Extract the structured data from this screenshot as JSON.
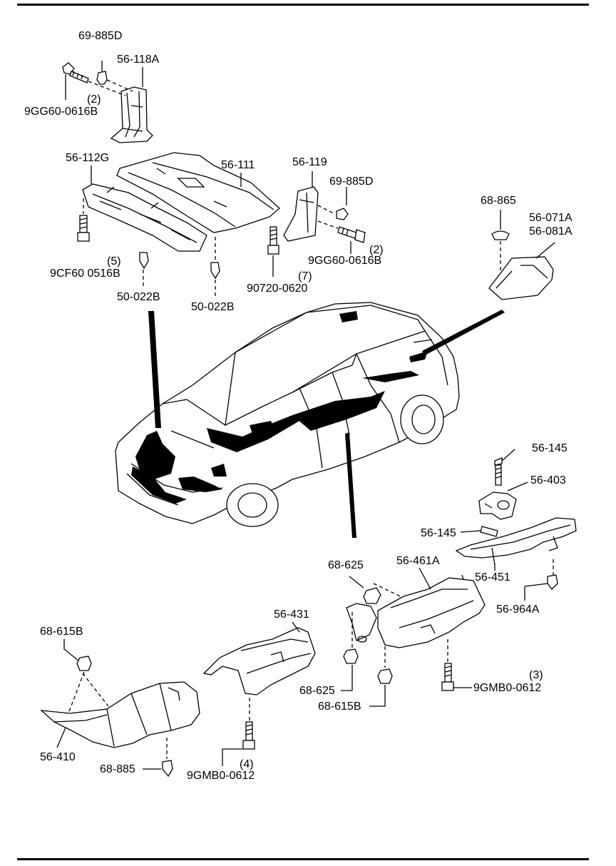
{
  "diagram": {
    "parts": [
      {
        "id": "p01",
        "code": "69-885D"
      },
      {
        "id": "p02",
        "code": "56-118A"
      },
      {
        "id": "p03",
        "code": "(2)"
      },
      {
        "id": "p04",
        "code": "9GG60-0616B"
      },
      {
        "id": "p05",
        "code": "56-112G"
      },
      {
        "id": "p06",
        "code": "56-111"
      },
      {
        "id": "p07",
        "code": "56-119"
      },
      {
        "id": "p08",
        "code": "69-885D"
      },
      {
        "id": "p09",
        "code": "(2)"
      },
      {
        "id": "p10",
        "code": "9GG60-0616B"
      },
      {
        "id": "p11",
        "code": "68-865"
      },
      {
        "id": "p12",
        "code": "56-071A"
      },
      {
        "id": "p13",
        "code": "56-081A"
      },
      {
        "id": "p14",
        "code": "(5)"
      },
      {
        "id": "p15",
        "code": "9CF60 0516B"
      },
      {
        "id": "p16",
        "code": "50-022B"
      },
      {
        "id": "p17",
        "code": "50-022B"
      },
      {
        "id": "p18",
        "code": "(7)"
      },
      {
        "id": "p19",
        "code": "90720-0620"
      },
      {
        "id": "p20",
        "code": "56-145"
      },
      {
        "id": "p21",
        "code": "56-403"
      },
      {
        "id": "p22",
        "code": "56-145"
      },
      {
        "id": "p23",
        "code": "68-625"
      },
      {
        "id": "p24",
        "code": "56-461A"
      },
      {
        "id": "p25",
        "code": "56-451"
      },
      {
        "id": "p26",
        "code": "56-964A"
      },
      {
        "id": "p27",
        "code": "56-431"
      },
      {
        "id": "p28",
        "code": "68-615B"
      },
      {
        "id": "p29",
        "code": "68-625"
      },
      {
        "id": "p30",
        "code": "68-615B"
      },
      {
        "id": "p31",
        "code": "(3)"
      },
      {
        "id": "p32",
        "code": "9GMB0-0612"
      },
      {
        "id": "p33",
        "code": "56-410"
      },
      {
        "id": "p34",
        "code": "(4)"
      },
      {
        "id": "p35",
        "code": "68-885"
      },
      {
        "id": "p36",
        "code": "9GMB0-0612"
      }
    ],
    "illustrations": [
      {
        "name": "car-body-icon"
      },
      {
        "name": "engine-under-cover-icon"
      },
      {
        "name": "splash-shield-icon"
      },
      {
        "name": "heat-insulator-icon"
      },
      {
        "name": "bolt-icon"
      },
      {
        "name": "clip-icon"
      },
      {
        "name": "nut-icon"
      }
    ]
  }
}
